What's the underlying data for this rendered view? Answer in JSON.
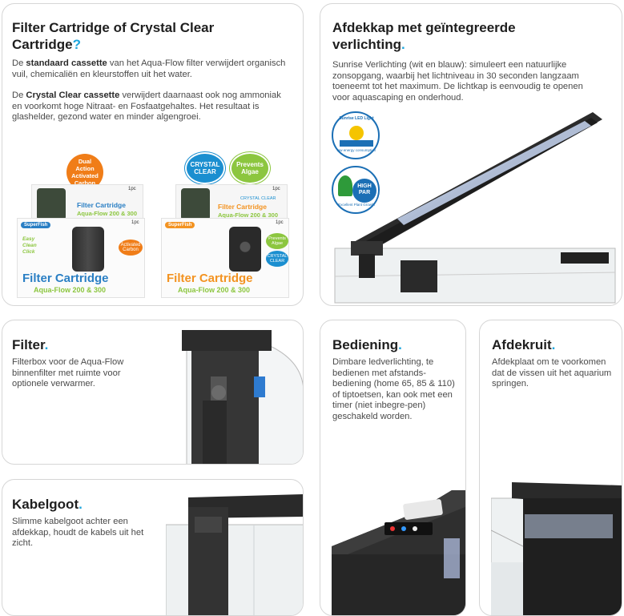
{
  "cards": {
    "cartridge": {
      "title_1": "Filter Cartridge of Crystal Clear",
      "title_2": "Cartridge",
      "title_punct": "?",
      "p1_a": "De ",
      "p1_b": "standaard cassette",
      "p1_c": " van het Aqua-Flow filter verwijdert organisch vuil, chemicaliën en kleurstoffen uit het water.",
      "p2_a": "De ",
      "p2_b": "Crystal Clear cassette",
      "p2_c": " verwijdert daarnaast ook nog ammoniak en voorkomt hoge Nitraat- en Fosfaatgehaltes. Het resultaat is glashelder, gezond water en minder algengroei."
    },
    "cover": {
      "title_1": "Afdekkap met geïntegreerde",
      "title_2": "verlichting",
      "title_punct": ".",
      "body": "Sunrise Verlichting (wit en blauw): simuleert een natuurlijke zonsopgang, waarbij het lichtniveau in 30 seconden langzaam toeneemt tot het maximum. De lichtkap is eenvoudig te openen voor aquascaping en onderhoud."
    },
    "filter": {
      "title": "Filter",
      "title_punct": ".",
      "body": "Filterbox voor de Aqua-Flow binnenfilter met ruimte voor optionele verwarmer."
    },
    "bediening": {
      "title": "Bediening",
      "title_punct": ".",
      "body": "Dimbare ledverlichting, te bedienen met afstands-bediening (home 65, 85 & 110) of tiptoetsen, kan ook met een timer (niet inbegre-pen) geschakeld worden."
    },
    "afdekruit": {
      "title": "Afdekruit",
      "title_punct": ".",
      "body": "Afdekplaat om te voorkomen dat de vissen uit het aquarium springen."
    },
    "kabelgoot": {
      "title": "Kabelgoot",
      "title_punct": ".",
      "body": "Slimme kabelgoot achter een afdekkap, houdt de kabels uit het zicht."
    }
  },
  "packages": {
    "left": {
      "badge": "Dual Action Activated Carbon",
      "back_title": "Filter Cartridge",
      "back_sub": "Aqua-Flow 200 & 300",
      "count": "1pc",
      "brand": "SuperFish",
      "feature": "Easy Clean Click",
      "front_title": "Filter Cartridge",
      "front_sub": "Aqua-Flow 200 & 300",
      "tag": "Activated Carbon"
    },
    "right": {
      "badge_1": "CRYSTAL CLEAR",
      "badge_2": "Prevents Algae",
      "back_title": "Filter Cartridge",
      "back_sub": "Aqua-Flow 200 & 300",
      "back_label": "CRYSTAL CLEAR",
      "count": "1pc",
      "brand": "SuperFish",
      "front_title": "Filter Cartridge",
      "front_sub": "Aqua-Flow 200 & 300",
      "tag_1": "Prevents Algae",
      "tag_2": "CRYSTAL CLEAR"
    }
  },
  "seals": {
    "sunrise_ring": "Sunrise LED Light",
    "sunrise_sub": "low energy consumption",
    "par_main": "HIGH PAR",
    "par_ring": "Excellent Plant Growth"
  },
  "colors": {
    "accent": "#1fa6dd",
    "orange_badge": "#f07d18",
    "blue_badge": "#1b8fd0",
    "green_badge": "#8cc63f",
    "cartridge_blue": "#2a7fc4",
    "cartridge_orange": "#f39321"
  }
}
